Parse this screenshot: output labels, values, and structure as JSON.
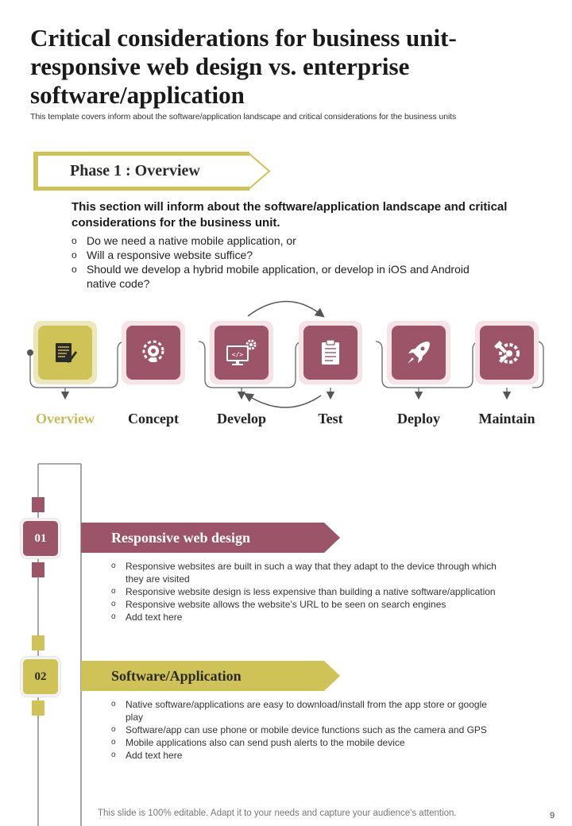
{
  "header": {
    "title": "Critical considerations for business unit- responsive web design vs. enterprise software/application",
    "subtitle": "This template covers inform about the software/application landscape and critical considerations for the business units"
  },
  "phase": {
    "label": "Phase 1 : Overview"
  },
  "intro": {
    "text": "This section will inform about the software/application landscape and critical considerations for the business unit.",
    "questions": [
      "Do we need a native mobile application, or",
      "Will a responsive website suffice?",
      "Should we develop a hybrid mobile application, or develop in iOS and Android native code?"
    ]
  },
  "process": {
    "steps": [
      {
        "label": "Overview",
        "icon": "document-pen-icon",
        "active": true
      },
      {
        "label": "Concept",
        "icon": "lightbulb-gear-icon",
        "active": false
      },
      {
        "label": "Develop",
        "icon": "monitor-code-gear-icon",
        "active": false
      },
      {
        "label": "Test",
        "icon": "clipboard-checklist-icon",
        "active": false
      },
      {
        "label": "Deploy",
        "icon": "rocket-icon",
        "active": false
      },
      {
        "label": "Maintain",
        "icon": "wrench-gear-icon",
        "active": false
      }
    ]
  },
  "sections": [
    {
      "number": "01",
      "title": "Responsive web design",
      "color": "#9c5468",
      "bullets": [
        "Responsive  websites are built in such a way that they adapt to the device through which they are visited",
        "Responsive  website design is less expensive than building a native software/application",
        "Responsive  website allows the website's URL to be seen on search engines",
        "Add text here"
      ]
    },
    {
      "number": "02",
      "title": "Software/Application",
      "color": "#cfc257",
      "bullets": [
        "Native software/applications  are easy to download/install from the app store or google play",
        "Software/app  can use phone or mobile device functions such as the camera and GPS",
        "Mobile applications also can send push alerts to the mobile device",
        "Add text here"
      ]
    }
  ],
  "colors": {
    "maroon": "#9c5468",
    "olive": "#cfc257",
    "pink_light": "#f6e3e8",
    "olive_light": "#ece7bd"
  },
  "bullet_glyph": "o",
  "footer": {
    "note": "This slide is 100% editable. Adapt it to your needs and capture your audience's attention.",
    "page": "9"
  }
}
